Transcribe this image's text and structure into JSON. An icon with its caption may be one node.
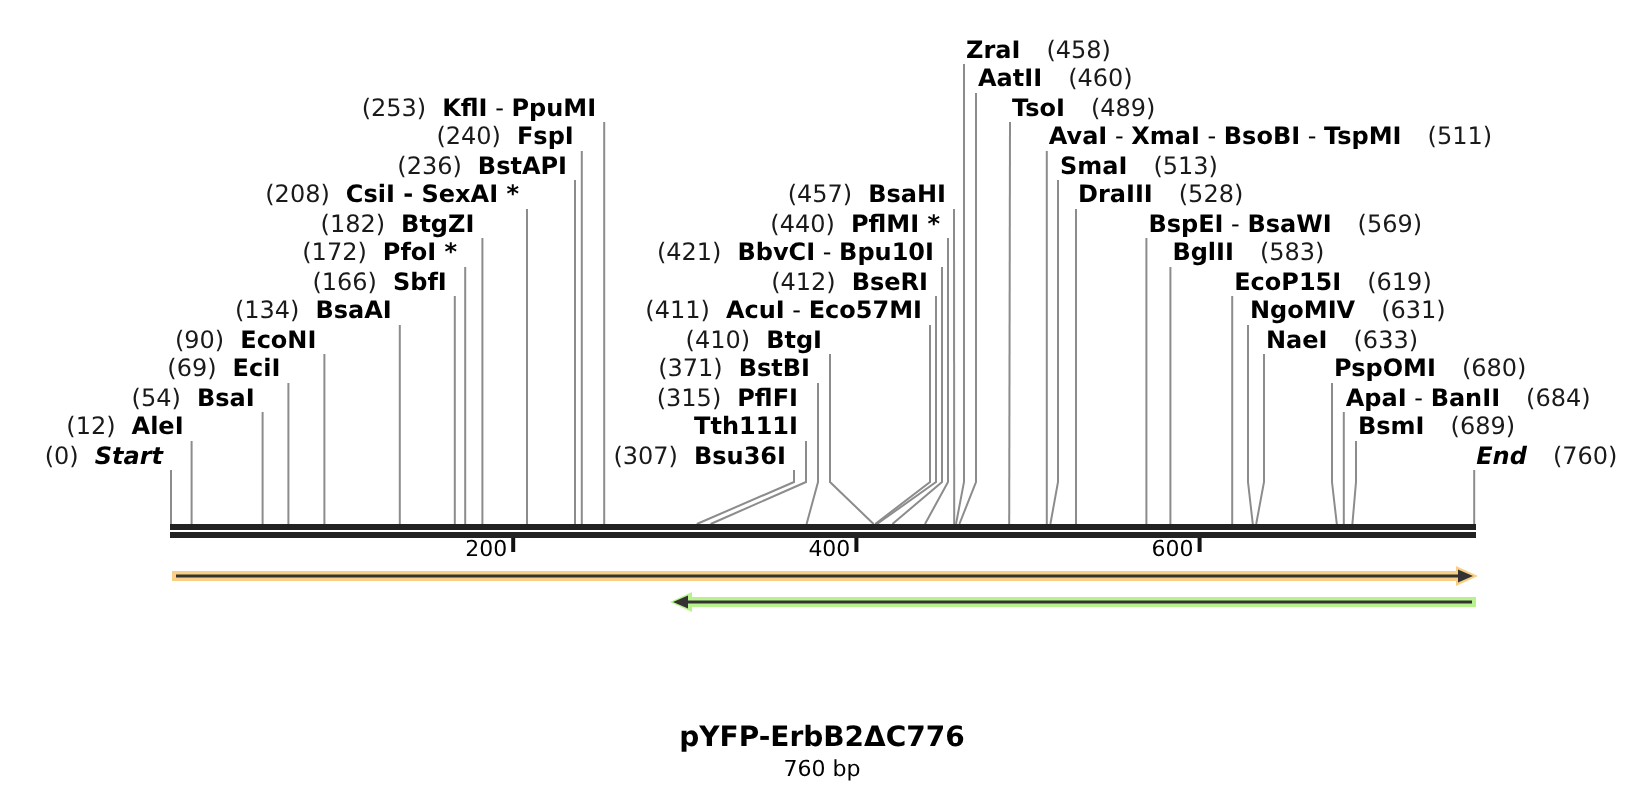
{
  "diagram": {
    "title": "pYFP-ErbB2ΔC776",
    "caption": "760 bp",
    "nodes": [
      {
        "text": [
          "(0)",
          "Start"
        ]
      },
      {
        "text": [
          "(12)",
          "AleI"
        ]
      },
      {
        "text": [
          "(54)",
          "BsaI"
        ]
      },
      {
        "text": [
          "(69)",
          "EciI"
        ]
      },
      {
        "text": [
          "(90)",
          "EcoNI"
        ]
      },
      {
        "text": [
          "(134)",
          "BsaAI"
        ]
      },
      {
        "text": [
          "(166)",
          "SbfI"
        ]
      },
      {
        "text": [
          "(172)",
          "PfoI *"
        ]
      },
      {
        "text": [
          "(182)",
          "BtgZI"
        ]
      },
      {
        "text": [
          "(208)",
          "CsiI - SexAI *"
        ]
      },
      {
        "text": [
          "(236)",
          "BstAPI"
        ]
      },
      {
        "text": [
          "(240)",
          "FspI"
        ]
      },
      {
        "text": [
          "(253)",
          "**KflI** - **PpuMI**"
        ]
      },
      {
        "text": [
          "(307)",
          "Bsu36I"
        ]
      },
      {
        "text": [
          "(315)",
          "PflFI",
          "Tth111I"
        ]
      },
      {
        "text": [
          "(371)",
          "BstBI"
        ]
      },
      {
        "text": [
          "(410)",
          "BtgI"
        ]
      },
      {
        "text": [
          "(411)",
          "**AcuI** - **Eco57MI**"
        ]
      },
      {
        "text": [
          "(412)",
          "BseRI"
        ]
      },
      {
        "text": [
          "(421)",
          "**BbvCI** - **Bpu10I**"
        ]
      },
      {
        "text": [
          "(440)",
          "PflMI *"
        ]
      },
      {
        "text": [
          "(457)",
          "BsaHI"
        ]
      },
      {
        "text": [
          "ZraI",
          "(458)"
        ]
      },
      {
        "text": [
          "AatII",
          "(460)"
        ]
      },
      {
        "text": [
          "TsoI",
          "(489)"
        ]
      },
      {
        "text": [
          "**AvaI** - **XmaI** - **BsoBI** - **TspMI**",
          "(511)"
        ]
      },
      {
        "text": [
          "SmaI",
          "(513)"
        ]
      },
      {
        "text": [
          "DraIII",
          "(528)"
        ]
      },
      {
        "text": [
          "**BspEI** - **BsaWI**",
          "(569)"
        ]
      },
      {
        "text": [
          "BglII",
          "(583)"
        ]
      },
      {
        "text": [
          "EcoP15I",
          "(619)"
        ]
      },
      {
        "text": [
          "NgoMIV",
          "(631)"
        ]
      },
      {
        "text": [
          "NaeI",
          "(633)"
        ]
      },
      {
        "text": [
          "PspOMI",
          "(680)"
        ]
      },
      {
        "text": [
          "**ApaI** - **BanII**",
          "(684)"
        ]
      },
      {
        "text": [
          "BsmI",
          "(689)"
        ]
      },
      {
        "text": [
          "End",
          "(760)"
        ]
      },
      {
        "text": [],
        "shape": "bar"
      }
    ],
    "edges": [
      {
        "from": 0,
        "to": 37,
        "arrow": "none"
      },
      {
        "from": 1,
        "to": 37,
        "arrow": "none"
      },
      {
        "from": 2,
        "to": 37,
        "arrow": "none"
      },
      {
        "from": 3,
        "to": 37,
        "arrow": "none"
      },
      {
        "from": 4,
        "to": 37,
        "arrow": "none"
      },
      {
        "from": 5,
        "to": 37,
        "arrow": "none"
      },
      {
        "from": 6,
        "to": 37,
        "arrow": "none"
      },
      {
        "from": 7,
        "to": 37,
        "arrow": "none"
      },
      {
        "from": 8,
        "to": 37,
        "arrow": "none"
      },
      {
        "from": 9,
        "to": 37,
        "arrow": "none"
      },
      {
        "from": 10,
        "to": 37,
        "arrow": "none"
      },
      {
        "from": 11,
        "to": 37,
        "arrow": "none"
      },
      {
        "from": 12,
        "to": 37,
        "arrow": "none"
      },
      {
        "from": 13,
        "to": 37,
        "arrow": "none"
      },
      {
        "from": 14,
        "to": 37,
        "arrow": "none"
      },
      {
        "from": 15,
        "to": 37,
        "arrow": "none"
      },
      {
        "from": 16,
        "to": 37,
        "arrow": "none"
      },
      {
        "from": 17,
        "to": 37,
        "arrow": "none"
      },
      {
        "from": 18,
        "to": 37,
        "arrow": "none"
      },
      {
        "from": 19,
        "to": 37,
        "arrow": "none"
      },
      {
        "from": 20,
        "to": 37,
        "arrow": "none"
      },
      {
        "from": 21,
        "to": 37,
        "arrow": "none"
      },
      {
        "from": 22,
        "to": 37,
        "arrow": "none"
      },
      {
        "from": 23,
        "to": 37,
        "arrow": "none"
      },
      {
        "from": 24,
        "to": 37,
        "arrow": "none"
      },
      {
        "from": 25,
        "to": 37,
        "arrow": "none"
      },
      {
        "from": 26,
        "to": 37,
        "arrow": "none"
      },
      {
        "from": 27,
        "to": 37,
        "arrow": "none"
      },
      {
        "from": 28,
        "to": 37,
        "arrow": "none"
      },
      {
        "from": 29,
        "to": 37,
        "arrow": "none"
      },
      {
        "from": 30,
        "to": 37,
        "arrow": "none"
      },
      {
        "from": 31,
        "to": 37,
        "arrow": "none"
      },
      {
        "from": 32,
        "to": 37,
        "arrow": "none"
      },
      {
        "from": 33,
        "to": 37,
        "arrow": "none"
      },
      {
        "from": 34,
        "to": 37,
        "arrow": "none"
      },
      {
        "from": 35,
        "to": 37,
        "arrow": "none"
      },
      {
        "from": 36,
        "to": 37,
        "arrow": "none"
      }
    ],
    "labels": [
      "200",
      "400",
      "600"
    ]
  }
}
